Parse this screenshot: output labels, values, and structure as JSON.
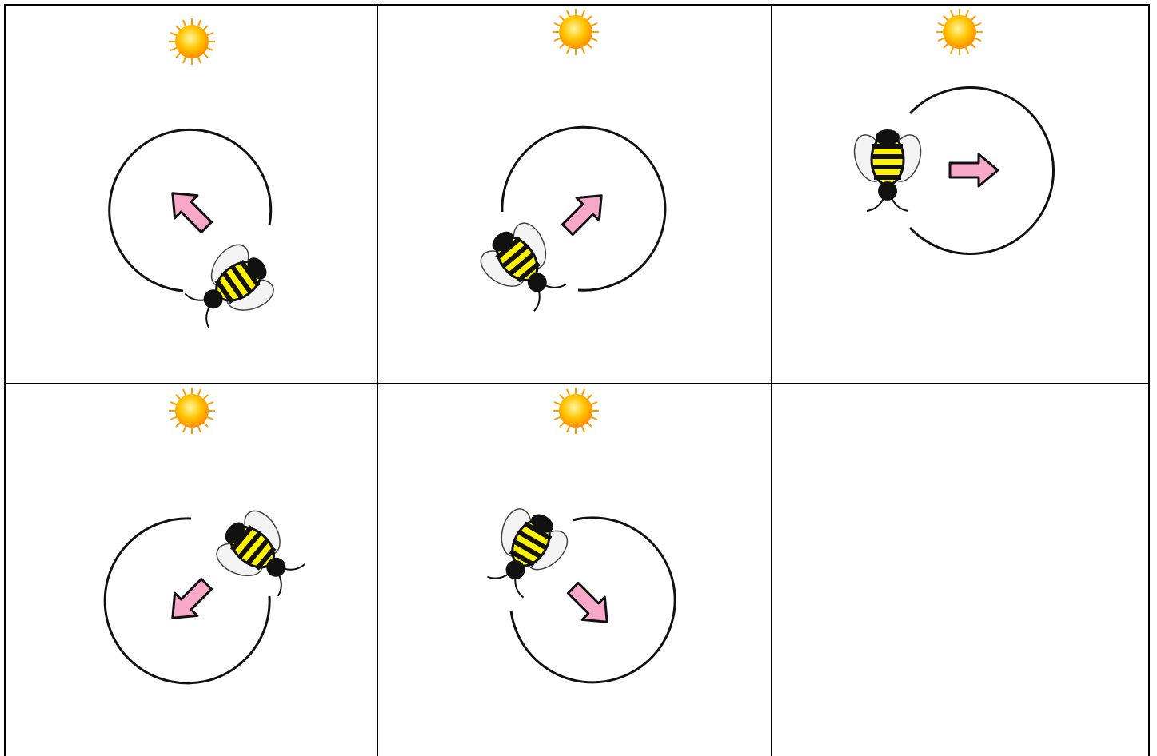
{
  "colors": {
    "grid_line": "#000000",
    "background": "#ffffff",
    "arrow_fill": "#f7a8c8",
    "arrow_stroke": "#111111",
    "bee_stripe_yellow": "#fff200",
    "bee_black": "#111111",
    "sun_core": "#ffb000",
    "sun_rays": "#ff9a00"
  },
  "panels": [
    {
      "id": "panel-1",
      "arrow_direction_deg": 315,
      "bee_heading_deg": 55,
      "icons": [
        "sun-icon",
        "dance-circle",
        "direction-arrow-icon",
        "bee-icon"
      ]
    },
    {
      "id": "panel-2",
      "arrow_direction_deg": 45,
      "bee_heading_deg": -40,
      "icons": [
        "sun-icon",
        "dance-circle",
        "direction-arrow-icon",
        "bee-icon"
      ]
    },
    {
      "id": "panel-3",
      "arrow_direction_deg": 90,
      "bee_heading_deg": 0,
      "icons": [
        "sun-icon",
        "dance-circle",
        "direction-arrow-icon",
        "bee-icon"
      ]
    },
    {
      "id": "panel-4",
      "arrow_direction_deg": 225,
      "bee_heading_deg": -50,
      "icons": [
        "sun-icon",
        "dance-circle",
        "direction-arrow-icon",
        "bee-icon"
      ]
    },
    {
      "id": "panel-5",
      "arrow_direction_deg": 135,
      "bee_heading_deg": 30,
      "icons": [
        "sun-icon",
        "dance-circle",
        "direction-arrow-icon",
        "bee-icon"
      ]
    },
    {
      "id": "panel-6",
      "empty": true
    }
  ]
}
